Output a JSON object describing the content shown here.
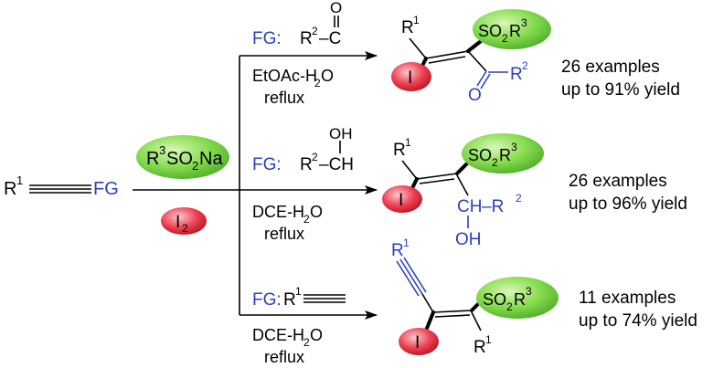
{
  "colors": {
    "fg_blue": "#2b3fc4",
    "green_ellipse": "#7ed957",
    "red_ellipse": "#e8283c"
  },
  "start": {
    "r1": "R",
    "r1_sup": "1",
    "fg": "FG"
  },
  "reagents": {
    "sulfinate_r": "R",
    "sulfinate_sup": "3",
    "sulfinate_so": "SO",
    "sulfinate_sub": "2",
    "sulfinate_na": "Na",
    "iodine": "I",
    "iodine_sub": "2"
  },
  "common": {
    "iodine_atom": "I",
    "so2": "SO",
    "so2_sub": "2",
    "so2_r": "R",
    "so2_sup": "3",
    "r": "R",
    "sup1": "1",
    "sup2": "2"
  },
  "branches": [
    {
      "fg_label": "FG:",
      "fg_group_r": "R",
      "fg_group_sup": "2",
      "fg_group_dash": "–C",
      "fg_group_o": "O",
      "solvent_main": "EtOAc-H",
      "solvent_sub": "2",
      "solvent_end": "O",
      "condition": "reflux",
      "product_o": "O",
      "product_r": "R",
      "product_sup": "2",
      "examples": "26 examples",
      "yield": "up to 91% yield"
    },
    {
      "fg_label": "FG:",
      "fg_group_r": "R",
      "fg_group_sup": "2",
      "fg_group_dash": "–CH",
      "fg_group_oh": "OH",
      "solvent_main": "DCE-H",
      "solvent_sub": "2",
      "solvent_end": "O",
      "condition": "reflux",
      "product_ch": "CH",
      "product_dash": "–R",
      "product_sup": "2",
      "product_oh": "OH",
      "examples": "26 examples",
      "yield": "up to 96% yield"
    },
    {
      "fg_label": "FG:",
      "fg_group_r": "R",
      "fg_group_sup": "1",
      "solvent_main": "DCE-H",
      "solvent_sub": "2",
      "solvent_end": "O",
      "condition": "reflux",
      "product_alkyne_r": "R",
      "product_alkyne_sup": "1",
      "examples": "11 examples",
      "yield": "up to 74% yield"
    }
  ]
}
